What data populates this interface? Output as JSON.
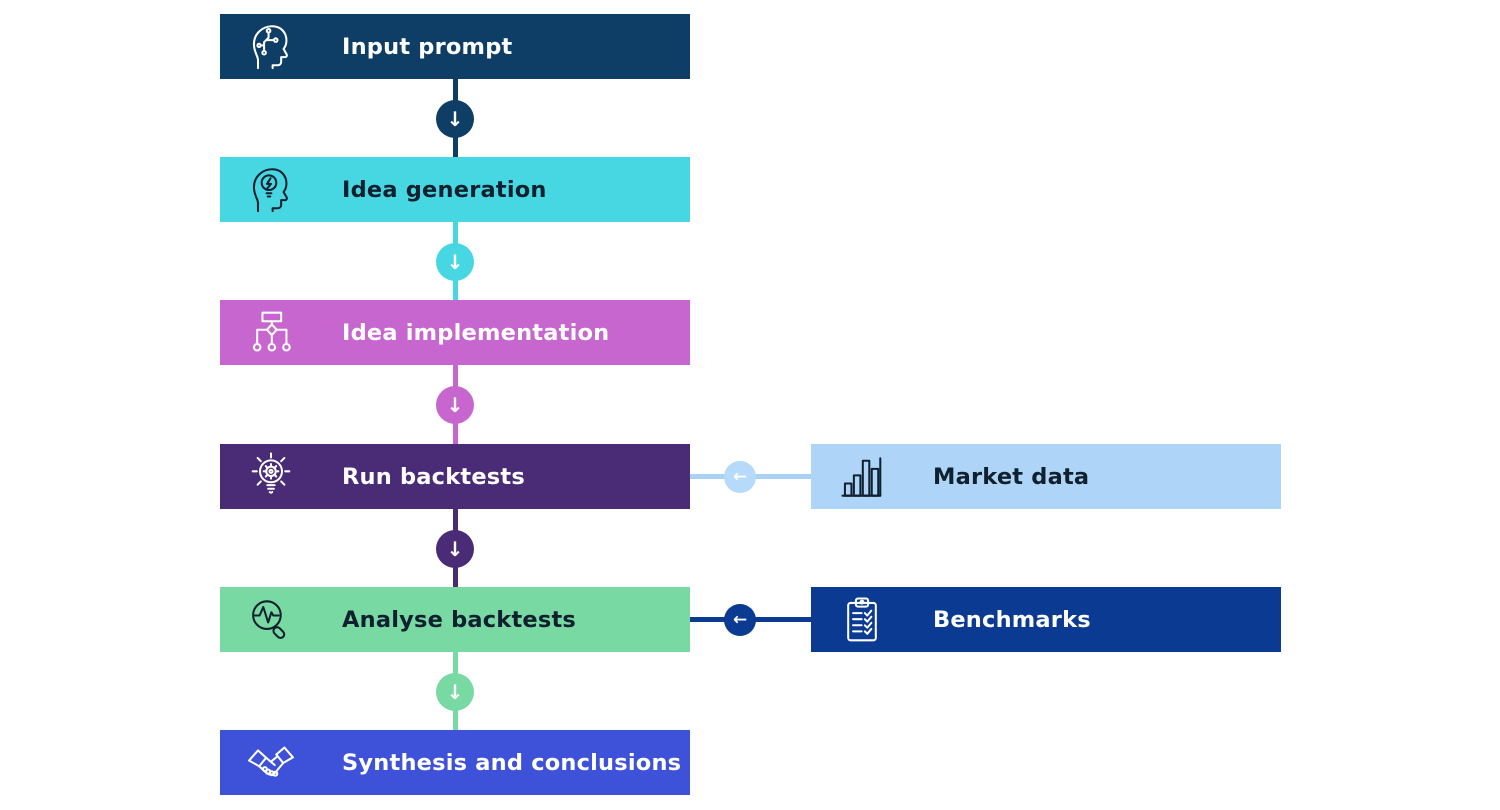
{
  "flow": {
    "steps": [
      {
        "label": "Input prompt",
        "icon": "ai-head-icon",
        "color": "#0e3d66",
        "text_color": "#ffffff"
      },
      {
        "label": "Idea generation",
        "icon": "lightbulb-head-icon",
        "color": "#47d7e2",
        "text_color": "#10202e"
      },
      {
        "label": "Idea implementation",
        "icon": "flowchart-icon",
        "color": "#c766cf",
        "text_color": "#ffffff"
      },
      {
        "label": "Run backtests",
        "icon": "lightbulb-gear-icon",
        "color": "#4a2b75",
        "text_color": "#ffffff"
      },
      {
        "label": "Analyse backtests",
        "icon": "magnifier-pulse-icon",
        "color": "#79d9a2",
        "text_color": "#10202e"
      },
      {
        "label": "Synthesis and conclusions",
        "icon": "handshake-icon",
        "color": "#3e51d9",
        "text_color": "#ffffff"
      }
    ],
    "side_inputs": [
      {
        "label": "Market data",
        "icon": "bar-chart-icon",
        "color": "#aed5f8",
        "text_color": "#10202e",
        "connects_to": "Run backtests"
      },
      {
        "label": "Benchmarks",
        "icon": "clipboard-checklist-icon",
        "color": "#0a3a92",
        "text_color": "#ffffff",
        "connects_to": "Analyse backtests"
      }
    ],
    "arrows": {
      "down": "↓",
      "left": "←"
    }
  }
}
